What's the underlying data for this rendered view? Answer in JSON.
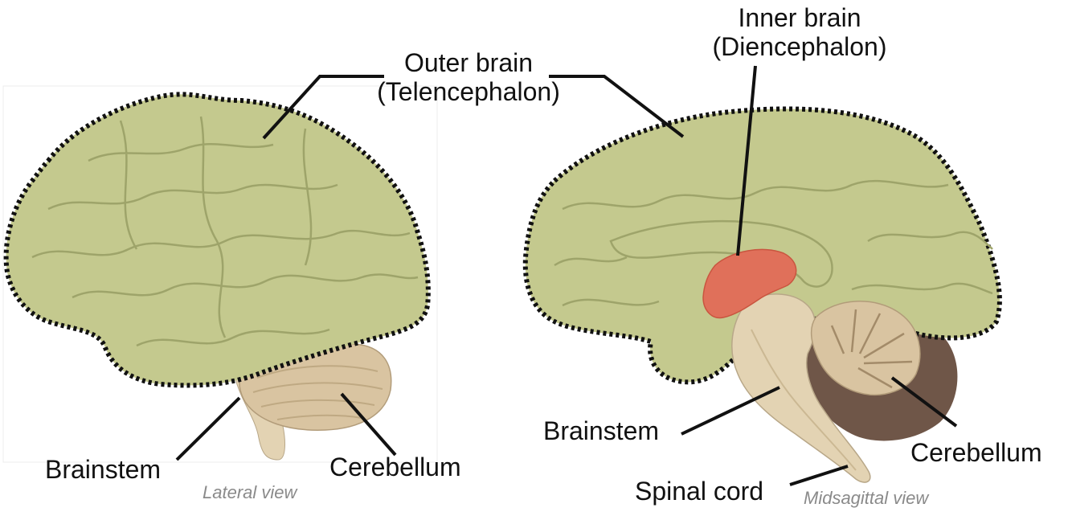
{
  "labels": {
    "outer_brain_line1": "Outer brain",
    "outer_brain_line2": "(Telencephalon)",
    "inner_brain_line1": "Inner brain",
    "inner_brain_line2": "(Diencephalon)",
    "brainstem_left": "Brainstem",
    "cerebellum_left": "Cerebellum",
    "brainstem_right": "Brainstem",
    "cerebellum_right": "Cerebellum",
    "spinal_cord": "Spinal cord"
  },
  "views": {
    "lateral": "Lateral view",
    "midsagittal": "Midsagittal view"
  },
  "colors": {
    "telencephalon": "#c4c98e",
    "diencephalon": "#e0705a",
    "brainstem": "#e3d3b3",
    "cerebellum": "#d9c4a1",
    "cerebellum_dark": "#6f5648",
    "outline": "#111111",
    "view_label": "#8a8a8a"
  }
}
